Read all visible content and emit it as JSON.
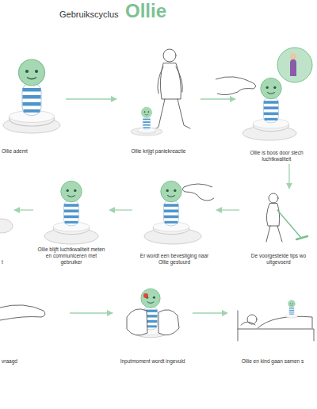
{
  "diagram": {
    "title": "Gebruikscyclus",
    "nodes": [
      {
        "text": [
          "Ollie ademt"
        ]
      },
      {
        "text": [
          "Ollie krijgt paniekreactie"
        ]
      },
      {
        "text": [
          "Ollie is boos door slech luchtkwaliteit"
        ]
      },
      {
        "text": [
          "De voorgestelde tips wo uitgevoerd"
        ]
      },
      {
        "text": [
          "Er wordt een bevestiging naar Ollie gestuurd"
        ]
      },
      {
        "text": [
          "Ollie blijft luchtkwaliteit meten en communiceren met gebruiker"
        ]
      },
      {
        "text": [
          "t"
        ]
      },
      {
        "text": [
          "vraagd"
        ]
      },
      {
        "text": [
          "Inputmoment wordt ingevuld"
        ]
      },
      {
        "text": [
          "Ollie en kind gaan samen s"
        ]
      }
    ],
    "edges": [
      {
        "from": 0,
        "to": 1,
        "arrow": "to"
      },
      {
        "from": 1,
        "to": 2,
        "arrow": "to"
      },
      {
        "from": 2,
        "to": 3,
        "arrow": "to"
      },
      {
        "from": 3,
        "to": 4,
        "arrow": "to"
      },
      {
        "from": 4,
        "to": 5,
        "arrow": "to"
      },
      {
        "from": 5,
        "to": 6,
        "arrow": "to"
      },
      {
        "from": 7,
        "to": 8,
        "arrow": "to"
      },
      {
        "from": 8,
        "to": 9,
        "arrow": "to"
      }
    ],
    "labels": [
      "Ollie"
    ]
  }
}
